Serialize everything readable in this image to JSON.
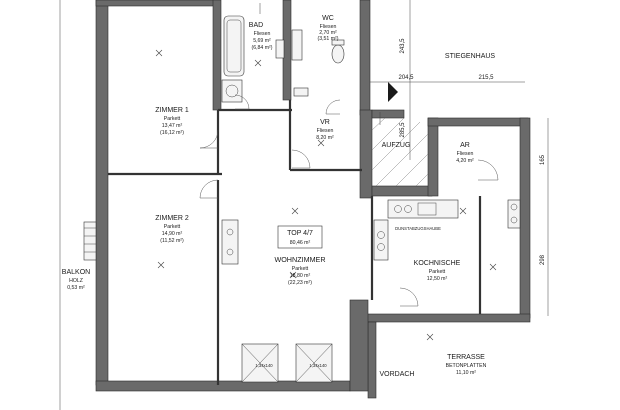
{
  "rooms": {
    "bad": {
      "name": "BAD",
      "floor": "Fliesen",
      "area": "5,69 m²",
      "area2": "(6,84 m²)"
    },
    "wc": {
      "name": "WC",
      "floor": "Fliesen",
      "area": "2,70 m²",
      "area2": "(3,51 m²)"
    },
    "zimmer1": {
      "name": "ZIMMER 1",
      "floor": "Parkett",
      "area": "13,47 m²",
      "area2": "(16,12 m²)"
    },
    "vr": {
      "name": "VR",
      "floor": "Fliesen",
      "area": "8,20 m²"
    },
    "aufzug": {
      "name": "AUFZUG"
    },
    "ar": {
      "name": "AR",
      "floor": "Fliesen",
      "area": "4,20 m²"
    },
    "stiegenhaus": {
      "name": "STIEGENHAUS"
    },
    "zimmer2": {
      "name": "ZIMMER 2",
      "floor": "Parkett",
      "area": "14,90 m²",
      "area2": "(11,52 m²)"
    },
    "wohnzimmer": {
      "name": "WOHNZIMMER",
      "floor": "Parkett",
      "area": "18,80 m²",
      "area2": "(22,23 m²)"
    },
    "kochnische": {
      "name": "KOCHNISCHE",
      "floor": "Parkett",
      "area": "12,50 m²"
    },
    "balkon": {
      "name": "BALKON",
      "floor": "HOLZ",
      "area": "0,53 m²"
    },
    "terrasse": {
      "name": "TERRASSE",
      "floor": "BETONPLATTEN",
      "area": "11,10 m²"
    },
    "vordach": {
      "name": "VORDACH"
    }
  },
  "unit": {
    "name": "TOP 4/7",
    "area": "80,46 m²"
  },
  "dimensions": {
    "d1": "204,5",
    "d2": "215,5",
    "d3": "243,5",
    "d4": "285,5",
    "d5": "298",
    "d6": "165"
  },
  "notes": {
    "hood": "DUNSTABZUGSHAUBE",
    "flat": "1,34x140"
  }
}
